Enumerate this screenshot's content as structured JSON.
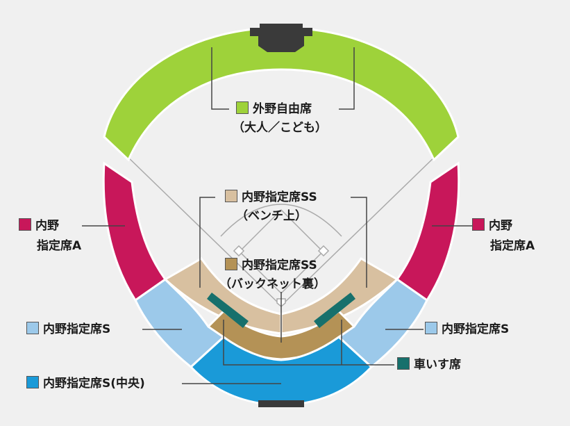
{
  "colors": {
    "background": "#f0f0f0",
    "outfield": "#9ed23a",
    "infield_a": "#c8175a",
    "infield_s": "#9cc9ea",
    "infield_s_center": "#1a9ad8",
    "infield_ss_bench": "#d8c0a0",
    "infield_ss_backnet": "#b49256",
    "wheelchair": "#17706c",
    "leader_line": "#444444"
  },
  "legend": {
    "outfield": {
      "line1": "外野自由席",
      "line2": "（大人／こども）",
      "swatch_color": "#9ed23a",
      "icon": "square-swatch"
    },
    "infield_a_left": {
      "line1": "内野",
      "line2": "指定席A",
      "swatch_color": "#c8175a",
      "icon": "square-swatch"
    },
    "infield_a_right": {
      "line1": "内野",
      "line2": "指定席A",
      "swatch_color": "#c8175a",
      "icon": "square-swatch"
    },
    "ss_bench": {
      "line1": "内野指定席SS",
      "line2": "（ベンチ上）",
      "swatch_color": "#d8c0a0",
      "icon": "square-swatch"
    },
    "ss_backnet": {
      "line1": "内野指定席SS",
      "line2": "（バックネット裏）",
      "swatch_color": "#b49256",
      "icon": "square-swatch"
    },
    "s_left": {
      "line1": "内野指定席S",
      "swatch_color": "#9cc9ea",
      "icon": "square-swatch"
    },
    "s_right": {
      "line1": "内野指定席S",
      "swatch_color": "#9cc9ea",
      "icon": "square-swatch"
    },
    "s_center": {
      "line1": "内野指定席S(中央)",
      "swatch_color": "#1a9ad8",
      "icon": "square-swatch"
    },
    "wheelchair": {
      "line1": "車いす席",
      "swatch_color": "#17706c",
      "icon": "square-swatch"
    }
  }
}
